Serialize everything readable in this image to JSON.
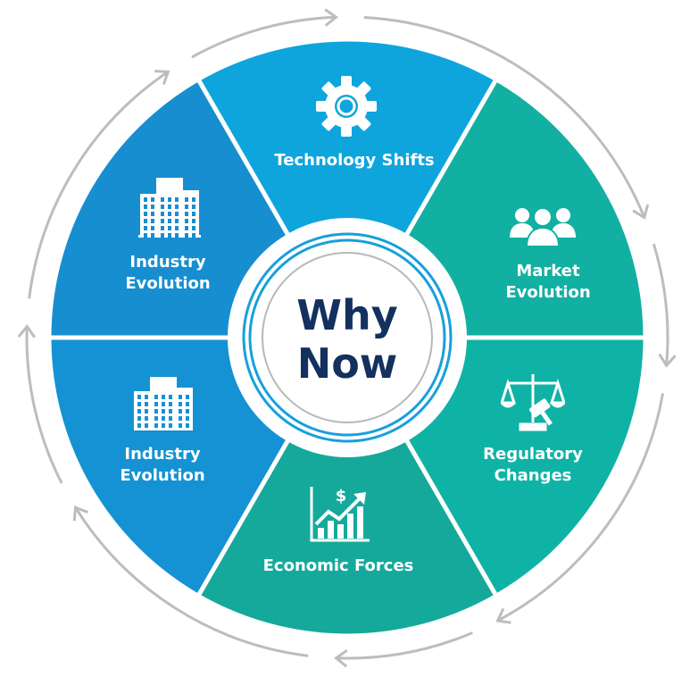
{
  "center": {
    "line1": "Why",
    "line2": "Now"
  },
  "segments": [
    {
      "id": "technology-shifts",
      "label": "Technology Shifts",
      "icon": "gear-icon",
      "color": "#0ea5dd"
    },
    {
      "id": "market-evolution",
      "label_line1": "Market",
      "label_line2": "Evolution",
      "icon": "people-icon",
      "color": "#12b0a2"
    },
    {
      "id": "regulatory-changes",
      "label_line1": "Regulatory",
      "label_line2": "Changes",
      "icon": "scales-gavel-icon",
      "color": "#0fb3a5"
    },
    {
      "id": "economic-forces",
      "label": "Economic Forces",
      "icon": "chart-dollar-icon",
      "color": "#15a99c"
    },
    {
      "id": "industry-evolution-lower",
      "label_line1": "Industry",
      "label_line2": "Evolution",
      "icon": "building-icon",
      "color": "#1592d3"
    },
    {
      "id": "industry-evolution-upper",
      "label_line1": "Industry",
      "label_line2": "Evolution",
      "icon": "building-icon",
      "color": "#178ed0"
    }
  ],
  "colors": {
    "title": "#13305e",
    "ring_blue": "#16a0dc",
    "ring_gray": "#b8b8b8",
    "cycle_arrows": "#bdbdbd"
  }
}
